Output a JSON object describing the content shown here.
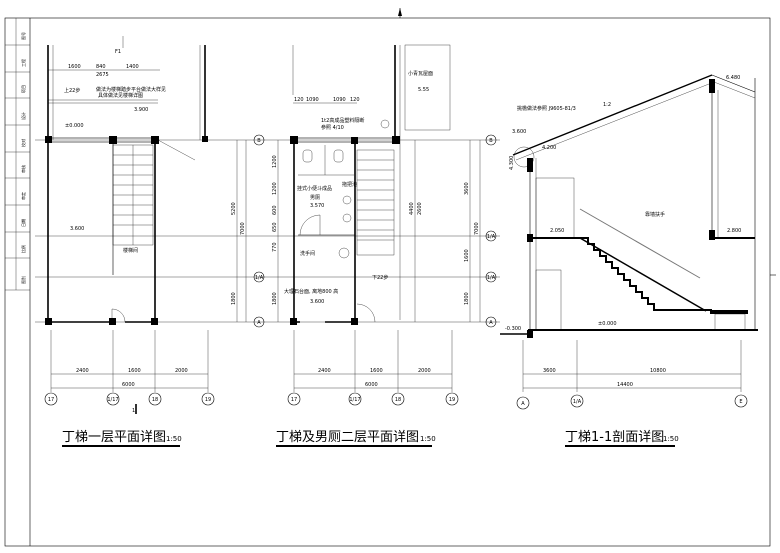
{
  "sheet": {
    "strip_labels": [
      "图号",
      "工程",
      "项目",
      "设计",
      "校对",
      "审核",
      "审定",
      "日期",
      "比例",
      "图别"
    ]
  },
  "plan1": {
    "title": "丁梯一层平面详图",
    "scale": "1:50",
    "room_label": "楼梯间",
    "dims_top": [
      "1600",
      "840",
      "1400"
    ],
    "dim_sub": "2675",
    "top_note_line1": "做法为楼梯踏步平台做法大样见",
    "top_note_line2": "具体做法见楼梯详图",
    "up_label": "上22步",
    "level_a": "±0.000",
    "level_b": "3.900",
    "level_c": "3.600",
    "level_d": "F1",
    "dims_right": [
      "5200",
      "7000",
      "1800"
    ],
    "dims_bottom": [
      "2400",
      "1600",
      "2000"
    ],
    "dim_total": "6000",
    "axes": [
      "17",
      "1/17",
      "18",
      "19"
    ],
    "section_mark": "1"
  },
  "plan2": {
    "title": "丁梯及男厕二层平面详图",
    "scale": "1:50",
    "roof_label": "小青瓦屋面",
    "roof_level": "5.55",
    "dims_top": [
      "120",
      "1090",
      "1090",
      "120"
    ],
    "toilet_note": "1t2高成品塑料隔断",
    "toilet_note2": "参照 4/10",
    "urinal_label": "挂式小便斗成品",
    "toilet_label": "男厕",
    "toilet_level": "3.570",
    "mop_label": "拖把池",
    "wash_label": "洗手间",
    "counter_note": "大理石台面, 离地800 高",
    "counter_level": "3.600",
    "updown_label": "下22步",
    "dims_left": [
      "1200",
      "1200",
      "600",
      "650",
      "770",
      "1800"
    ],
    "dims_right_inner": [
      "4400",
      "2600"
    ],
    "dims_right": [
      "3600",
      "1600",
      "1800",
      "7000"
    ],
    "dims_bottom": [
      "2400",
      "1600",
      "2000"
    ],
    "dim_total": "6000",
    "axes": [
      "17",
      "1/17",
      "18",
      "19"
    ]
  },
  "section": {
    "title": "丁梯1-1剖面详图",
    "scale": "1:50",
    "eave_note": "挑檐做法参照 J9605-81/3",
    "roof_slope": "1:2",
    "rail_label": "靠墙扶手",
    "levels": [
      "6.480",
      "4.200",
      "3.600",
      "2.050",
      "2.800",
      "±0.000",
      "-0.300",
      "4.300"
    ],
    "dims_bottom": [
      "3600",
      "10800"
    ],
    "dim_total": "14400",
    "axes": [
      "A",
      "1/A",
      "E"
    ]
  },
  "row_axes": [
    "B",
    "1/A",
    "A"
  ]
}
